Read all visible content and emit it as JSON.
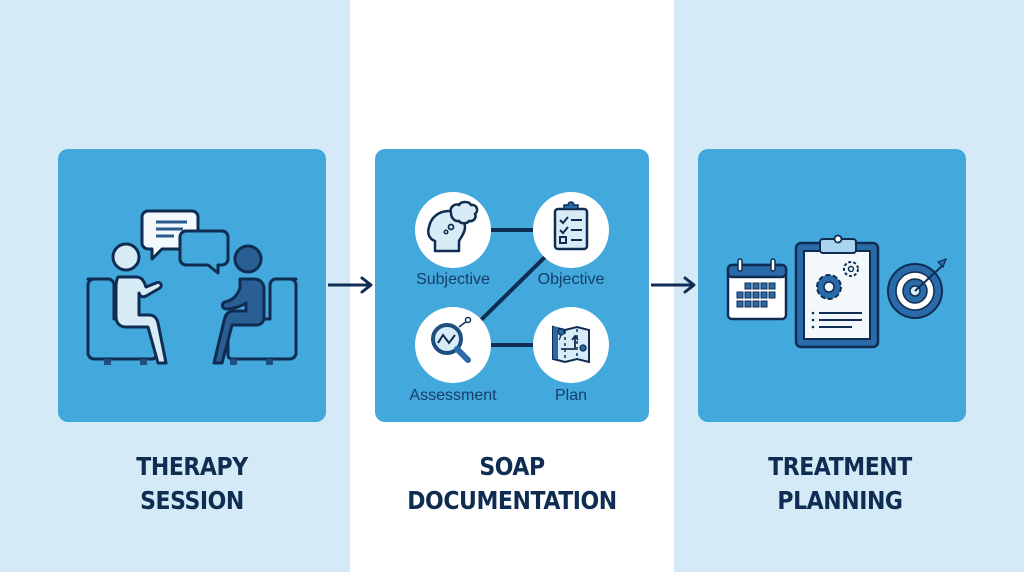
{
  "colors": {
    "background_side": "#d4ebf7",
    "background_center": "#ffffff",
    "card": "#43a8dc",
    "dark_navy": "#0f2d52",
    "mid_blue": "#2a6aa8",
    "light_fill": "#d8ecf8"
  },
  "stages": [
    {
      "id": "therapy-session",
      "title_lines": [
        "THERAPY",
        "SESSION"
      ],
      "icons": [
        "therapist-icon",
        "client-icon",
        "armchair-icon",
        "speech-bubble-icon"
      ]
    },
    {
      "id": "soap-documentation",
      "title_lines": [
        "SOAP",
        "DOCUMENTATION"
      ],
      "nodes": [
        {
          "label": "Subjective",
          "icon": "head-thought-icon"
        },
        {
          "label": "Objective",
          "icon": "clipboard-checklist-icon"
        },
        {
          "label": "Assessment",
          "icon": "magnifier-chart-icon"
        },
        {
          "label": "Plan",
          "icon": "map-route-icon"
        }
      ]
    },
    {
      "id": "treatment-planning",
      "title_lines": [
        "TREATMENT",
        "PLANNING"
      ],
      "icons": [
        "calendar-icon",
        "clipboard-gears-icon",
        "target-arrow-icon"
      ]
    }
  ],
  "connectors": [
    "arrow-right-icon",
    "arrow-right-icon"
  ]
}
